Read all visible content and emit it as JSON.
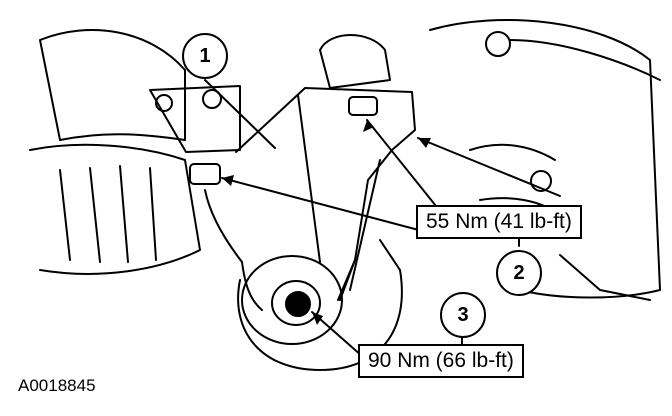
{
  "diagram": {
    "figure_id": "A0018845",
    "callouts": [
      "1",
      "2",
      "3"
    ],
    "torque_labels": {
      "upper": "55 Nm (41 lb-ft)",
      "lower": "90 Nm (66 lb-ft)"
    },
    "colors": {
      "ink": "#000000",
      "paper": "#ffffff"
    }
  }
}
